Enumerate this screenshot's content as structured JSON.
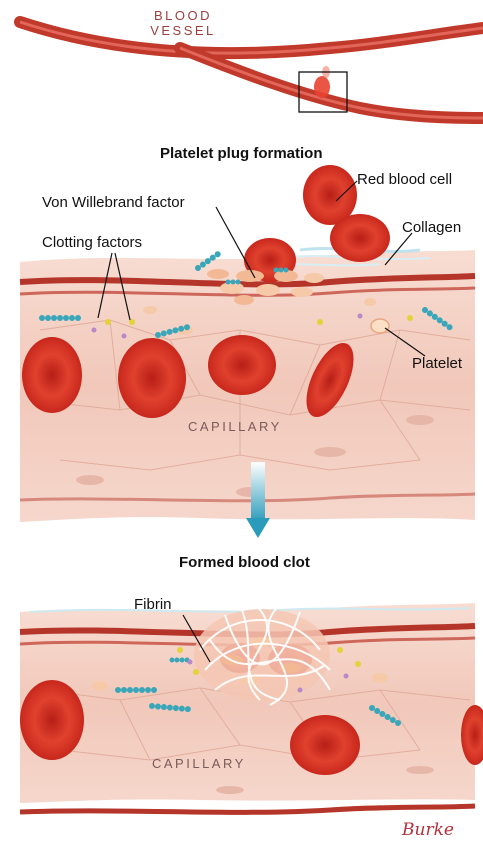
{
  "labels": {
    "blood_vessel_line1": "BLOOD",
    "blood_vessel_line2": "VESSEL",
    "platelet_plug_title": "Platelet plug formation",
    "red_blood_cell": "Red blood cell",
    "von_willebrand": "Von Willebrand factor",
    "clotting_factors": "Clotting factors",
    "collagen": "Collagen",
    "platelet": "Platelet",
    "capillary_top": "CAPILLARY",
    "formed_clot_title": "Formed blood clot",
    "fibrin": "Fibrin",
    "capillary_bottom": "CAPILLARY",
    "signature": "Burke"
  },
  "colors": {
    "vessel": "#c23a2c",
    "rbc": "#d62c1f",
    "tissue": "#f3d2c6",
    "arrow": "#2a9bbb",
    "collagen": "#bfe3ee"
  }
}
